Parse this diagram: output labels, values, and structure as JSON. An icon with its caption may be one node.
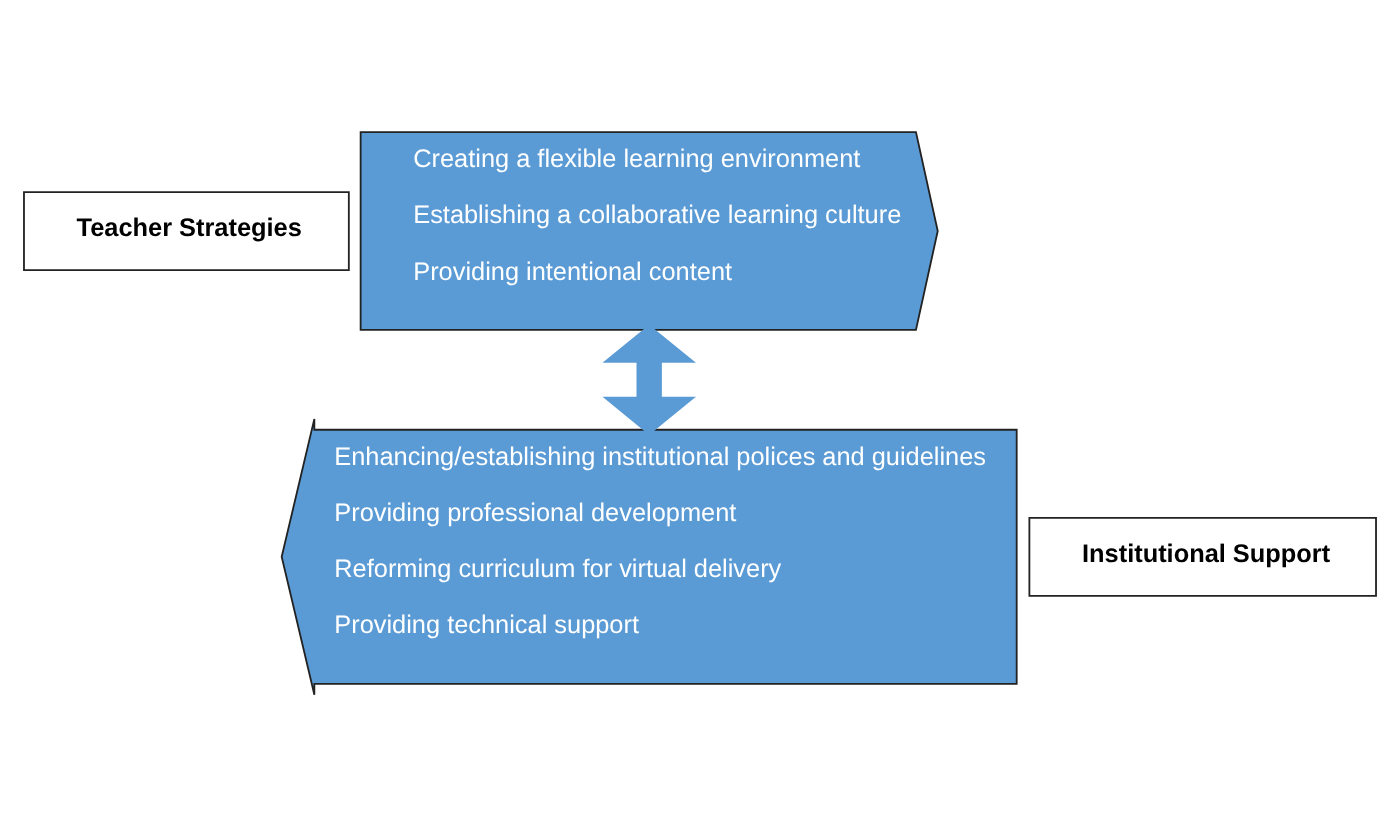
{
  "diagram": {
    "nodes": [
      {
        "text": [
          "Teacher Strategies"
        ]
      },
      {
        "text": [
          "Creating a flexible learning environment",
          "Establishing a collaborative learning culture",
          "Providing intentional content"
        ]
      },
      {
        "text": [
          "Enhancing/establishing institutional polices and guidelines",
          "Providing professional development",
          "Reforming curriculum for virtual delivery",
          "Providing technical support"
        ]
      },
      {
        "text": [
          "Institutional Support"
        ]
      }
    ],
    "edges": [
      {
        "from": 1,
        "to": 2,
        "arrow": "both"
      }
    ]
  }
}
